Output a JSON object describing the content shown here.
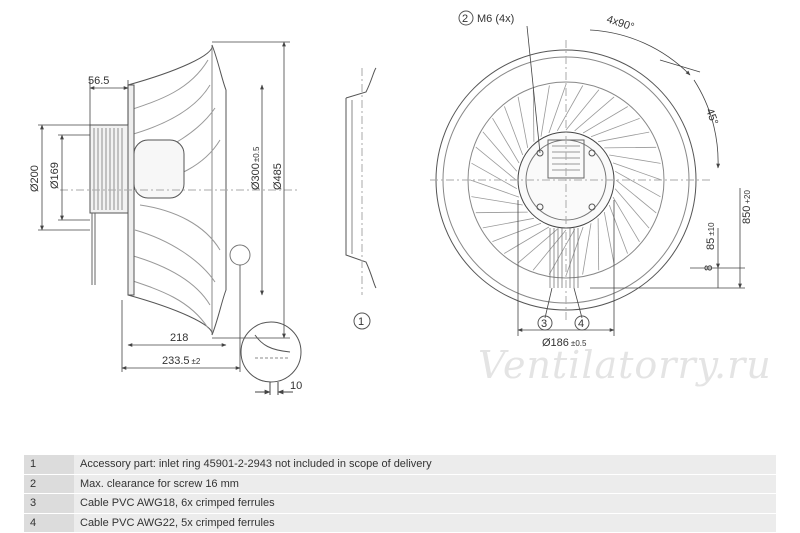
{
  "dimensions": {
    "d200": "Ø200",
    "d169": "Ø169",
    "d56_5": "56.5",
    "d300": "Ø300",
    "d300_tol": "±0.5",
    "d485": "Ø485",
    "d218": "218",
    "d233": "233.5",
    "d233_tol": "±2",
    "d10": "10",
    "m6": "M6 (4x)",
    "angle4x90": "4x90°",
    "angle45": "45°",
    "d186": "Ø186",
    "d186_tol": "±0.5",
    "d8": "8",
    "d85": "85",
    "d85_tol": "±10",
    "d850": "850",
    "d850_tol": "+20"
  },
  "callouts": {
    "c1": "1",
    "c2": "2",
    "c3": "3",
    "c4": "4"
  },
  "watermark": "Ventilatorry.ru",
  "notes": [
    {
      "num": "1",
      "text": "Accessory part: inlet ring 45901-2-2943 not included in scope of delivery"
    },
    {
      "num": "2",
      "text": "Max. clearance for screw 16 mm"
    },
    {
      "num": "3",
      "text": "Cable PVC AWG18, 6x crimped ferrules"
    },
    {
      "num": "4",
      "text": "Cable PVC AWG22, 5x crimped ferrules"
    }
  ]
}
